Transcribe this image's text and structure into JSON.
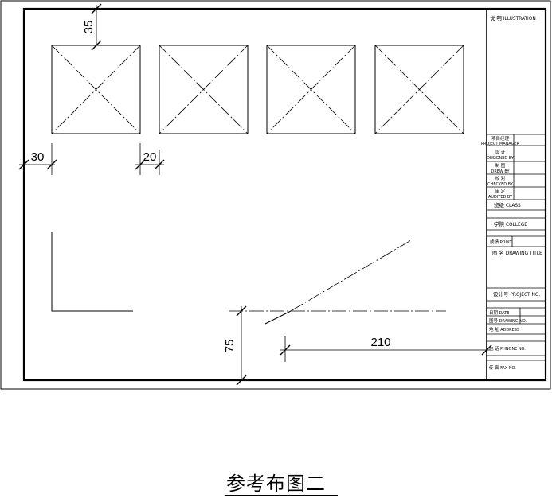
{
  "title_block": {
    "illustration": "说 明 ILLUSTRATION",
    "project_manager_cn": "项目经理",
    "project_manager_en": "PROJECT MANAGER",
    "designed_cn": "设 计",
    "designed_en": "DESIGNED BY",
    "drew_cn": "制 图",
    "drew_en": "DREW BY",
    "checked_cn": "校 对",
    "checked_en": "CHECKED BY",
    "audited_cn": "审 定",
    "audited_en": "AUDITED BY",
    "class": "班级   CLASS",
    "college": "学院   COLLEGE",
    "point": "成绩 POINT",
    "drawing_title": "图 名 DRAWING TITLE",
    "project_no": "设计号 PROJECT NO.",
    "date": "日期 DATE",
    "drawing_no": "图号 DRAWING NO.",
    "address": "地 址 ADDRESS",
    "phone": "电 话 PHNONE NO.",
    "fax": "传 真 FAX NO."
  },
  "dimensions": {
    "top": "35",
    "left": "30",
    "gap": "20",
    "vertical": "75",
    "horizontal": "210"
  },
  "caption": "参考布图二"
}
